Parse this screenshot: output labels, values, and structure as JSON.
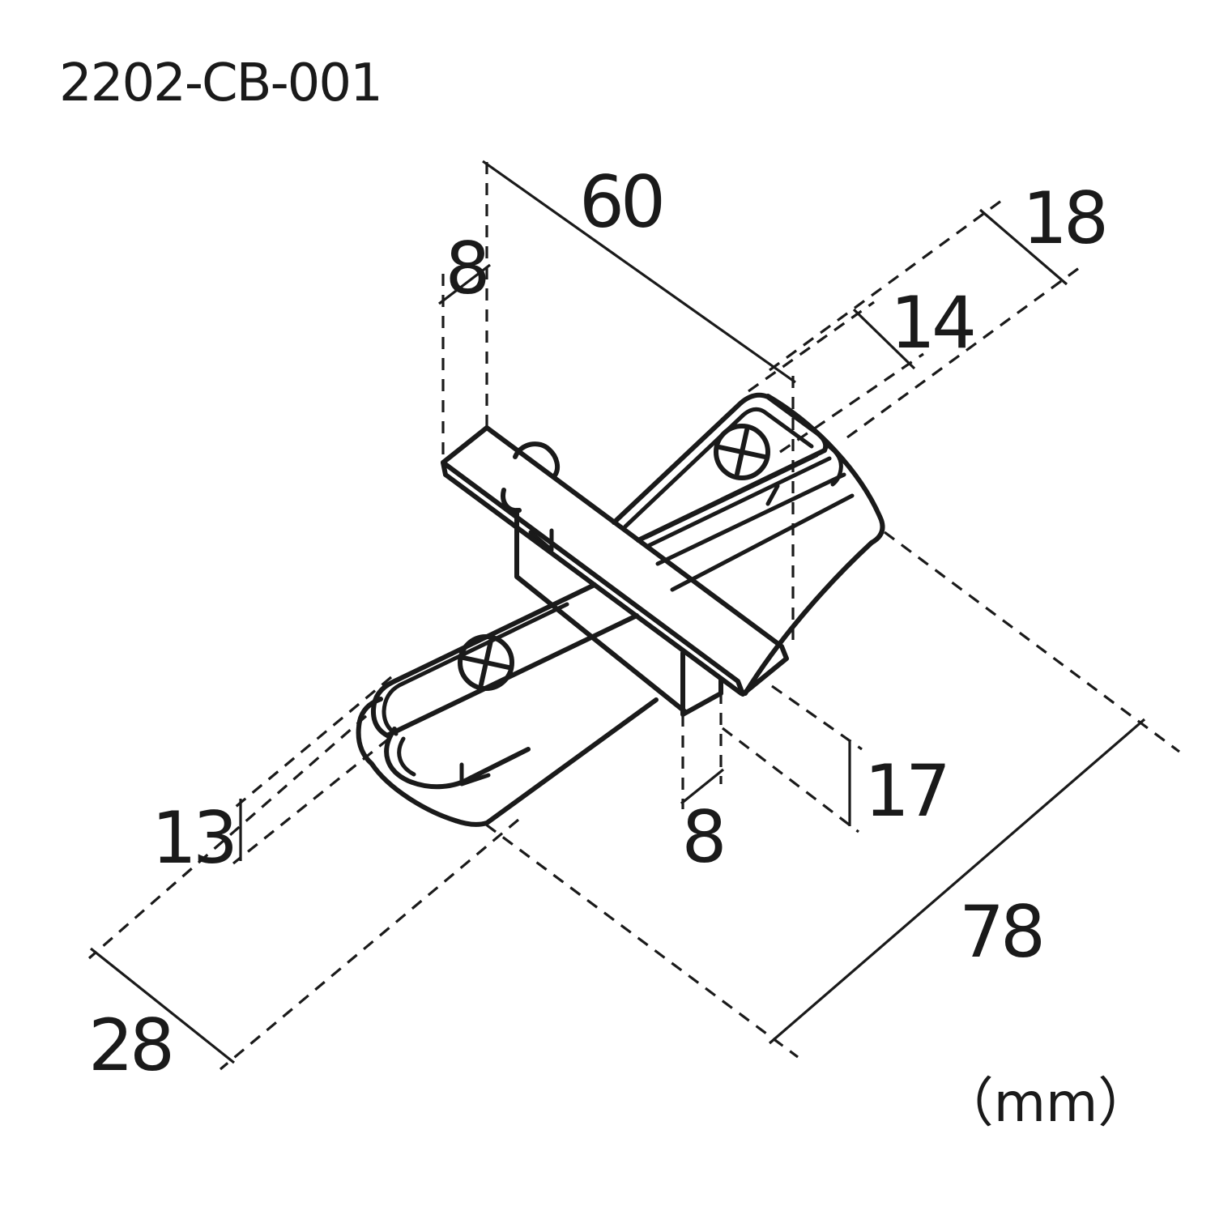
{
  "drawing": {
    "part_number": "2202-CB-001",
    "units_label": "（mm）",
    "view": "isometric technical drawing of a track connector with two phillips screws, crossing bar and base flange",
    "dimensions": {
      "dim_60": {
        "value": "60",
        "meaning": "length across top from bar tip to right plate end"
      },
      "dim_8_top": {
        "value": "8",
        "meaning": "width of bar tongue at left tip"
      },
      "dim_18": {
        "value": "18",
        "meaning": "overall end width at right plate"
      },
      "dim_14": {
        "value": "14",
        "meaning": "top plate width"
      },
      "dim_13": {
        "value": "13",
        "meaning": "left plate width"
      },
      "dim_8_bottom": {
        "value": "8",
        "meaning": "center web width"
      },
      "dim_17": {
        "value": "17",
        "meaning": "overall height"
      },
      "dim_78": {
        "value": "78",
        "meaning": "overall footprint length"
      },
      "dim_28": {
        "value": "28",
        "meaning": "base flange footprint width"
      }
    },
    "icons": {
      "phillips_screw_left": "phillips-screw-icon",
      "phillips_screw_right": "phillips-screw-icon"
    }
  },
  "colors": {
    "ink": "#1a1a1a",
    "paper": "#ffffff"
  }
}
